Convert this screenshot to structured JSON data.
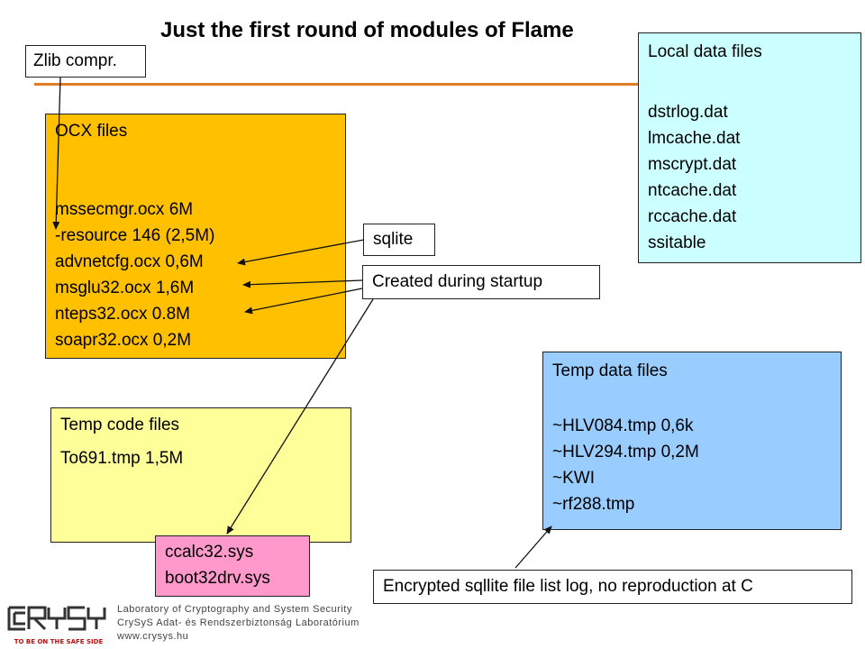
{
  "title": "Just the first round of modules of Flame",
  "colors": {
    "accent_rule": "#e07b26",
    "ocx_box": "#ffc000",
    "local_box": "#ccffff",
    "temp_code_box": "#ffff99",
    "temp_data_box": "#99ccff",
    "sys_box": "#ff99cc"
  },
  "boxes": {
    "zlib": {
      "text": "Zlib compr."
    },
    "ocx": {
      "heading": "OCX files",
      "lines": [
        "mssecmgr.ocx 6M",
        "-resource 146 (2,5M)",
        "advnetcfg.ocx 0,6M",
        "msglu32.ocx 1,6M",
        "nteps32.ocx 0.8M",
        "soapr32.ocx 0,2M"
      ]
    },
    "local": {
      "heading": "Local data files",
      "lines": [
        "dstrlog.dat",
        "lmcache.dat",
        "mscrypt.dat",
        "ntcache.dat",
        "rccache.dat",
        "ssitable"
      ]
    },
    "sqlite": {
      "text": "sqlite"
    },
    "startup": {
      "text": "Created during startup"
    },
    "temp_code": {
      "heading": "Temp code files",
      "lines": [
        "To691.tmp 1,5M"
      ]
    },
    "temp_data": {
      "heading": "Temp data files",
      "lines": [
        "~HLV084.tmp 0,6k",
        "~HLV294.tmp 0,2M",
        "~KWI",
        "~rf288.tmp"
      ]
    },
    "sys": {
      "lines": [
        "ccalc32.sys",
        "boot32drv.sys"
      ]
    },
    "encrypted": {
      "text": "Encrypted sqllite file list log, no reproduction at C"
    }
  },
  "footer": {
    "line1": "Laboratory of Cryptography and System Security",
    "line2": "CrySyS Adat- és Rendszerbiztonság Laboratórium",
    "line3": "www.crysys.hu",
    "logo_text": "CrySyS",
    "tagline": "TO BE ON THE SAFE SIDE"
  }
}
